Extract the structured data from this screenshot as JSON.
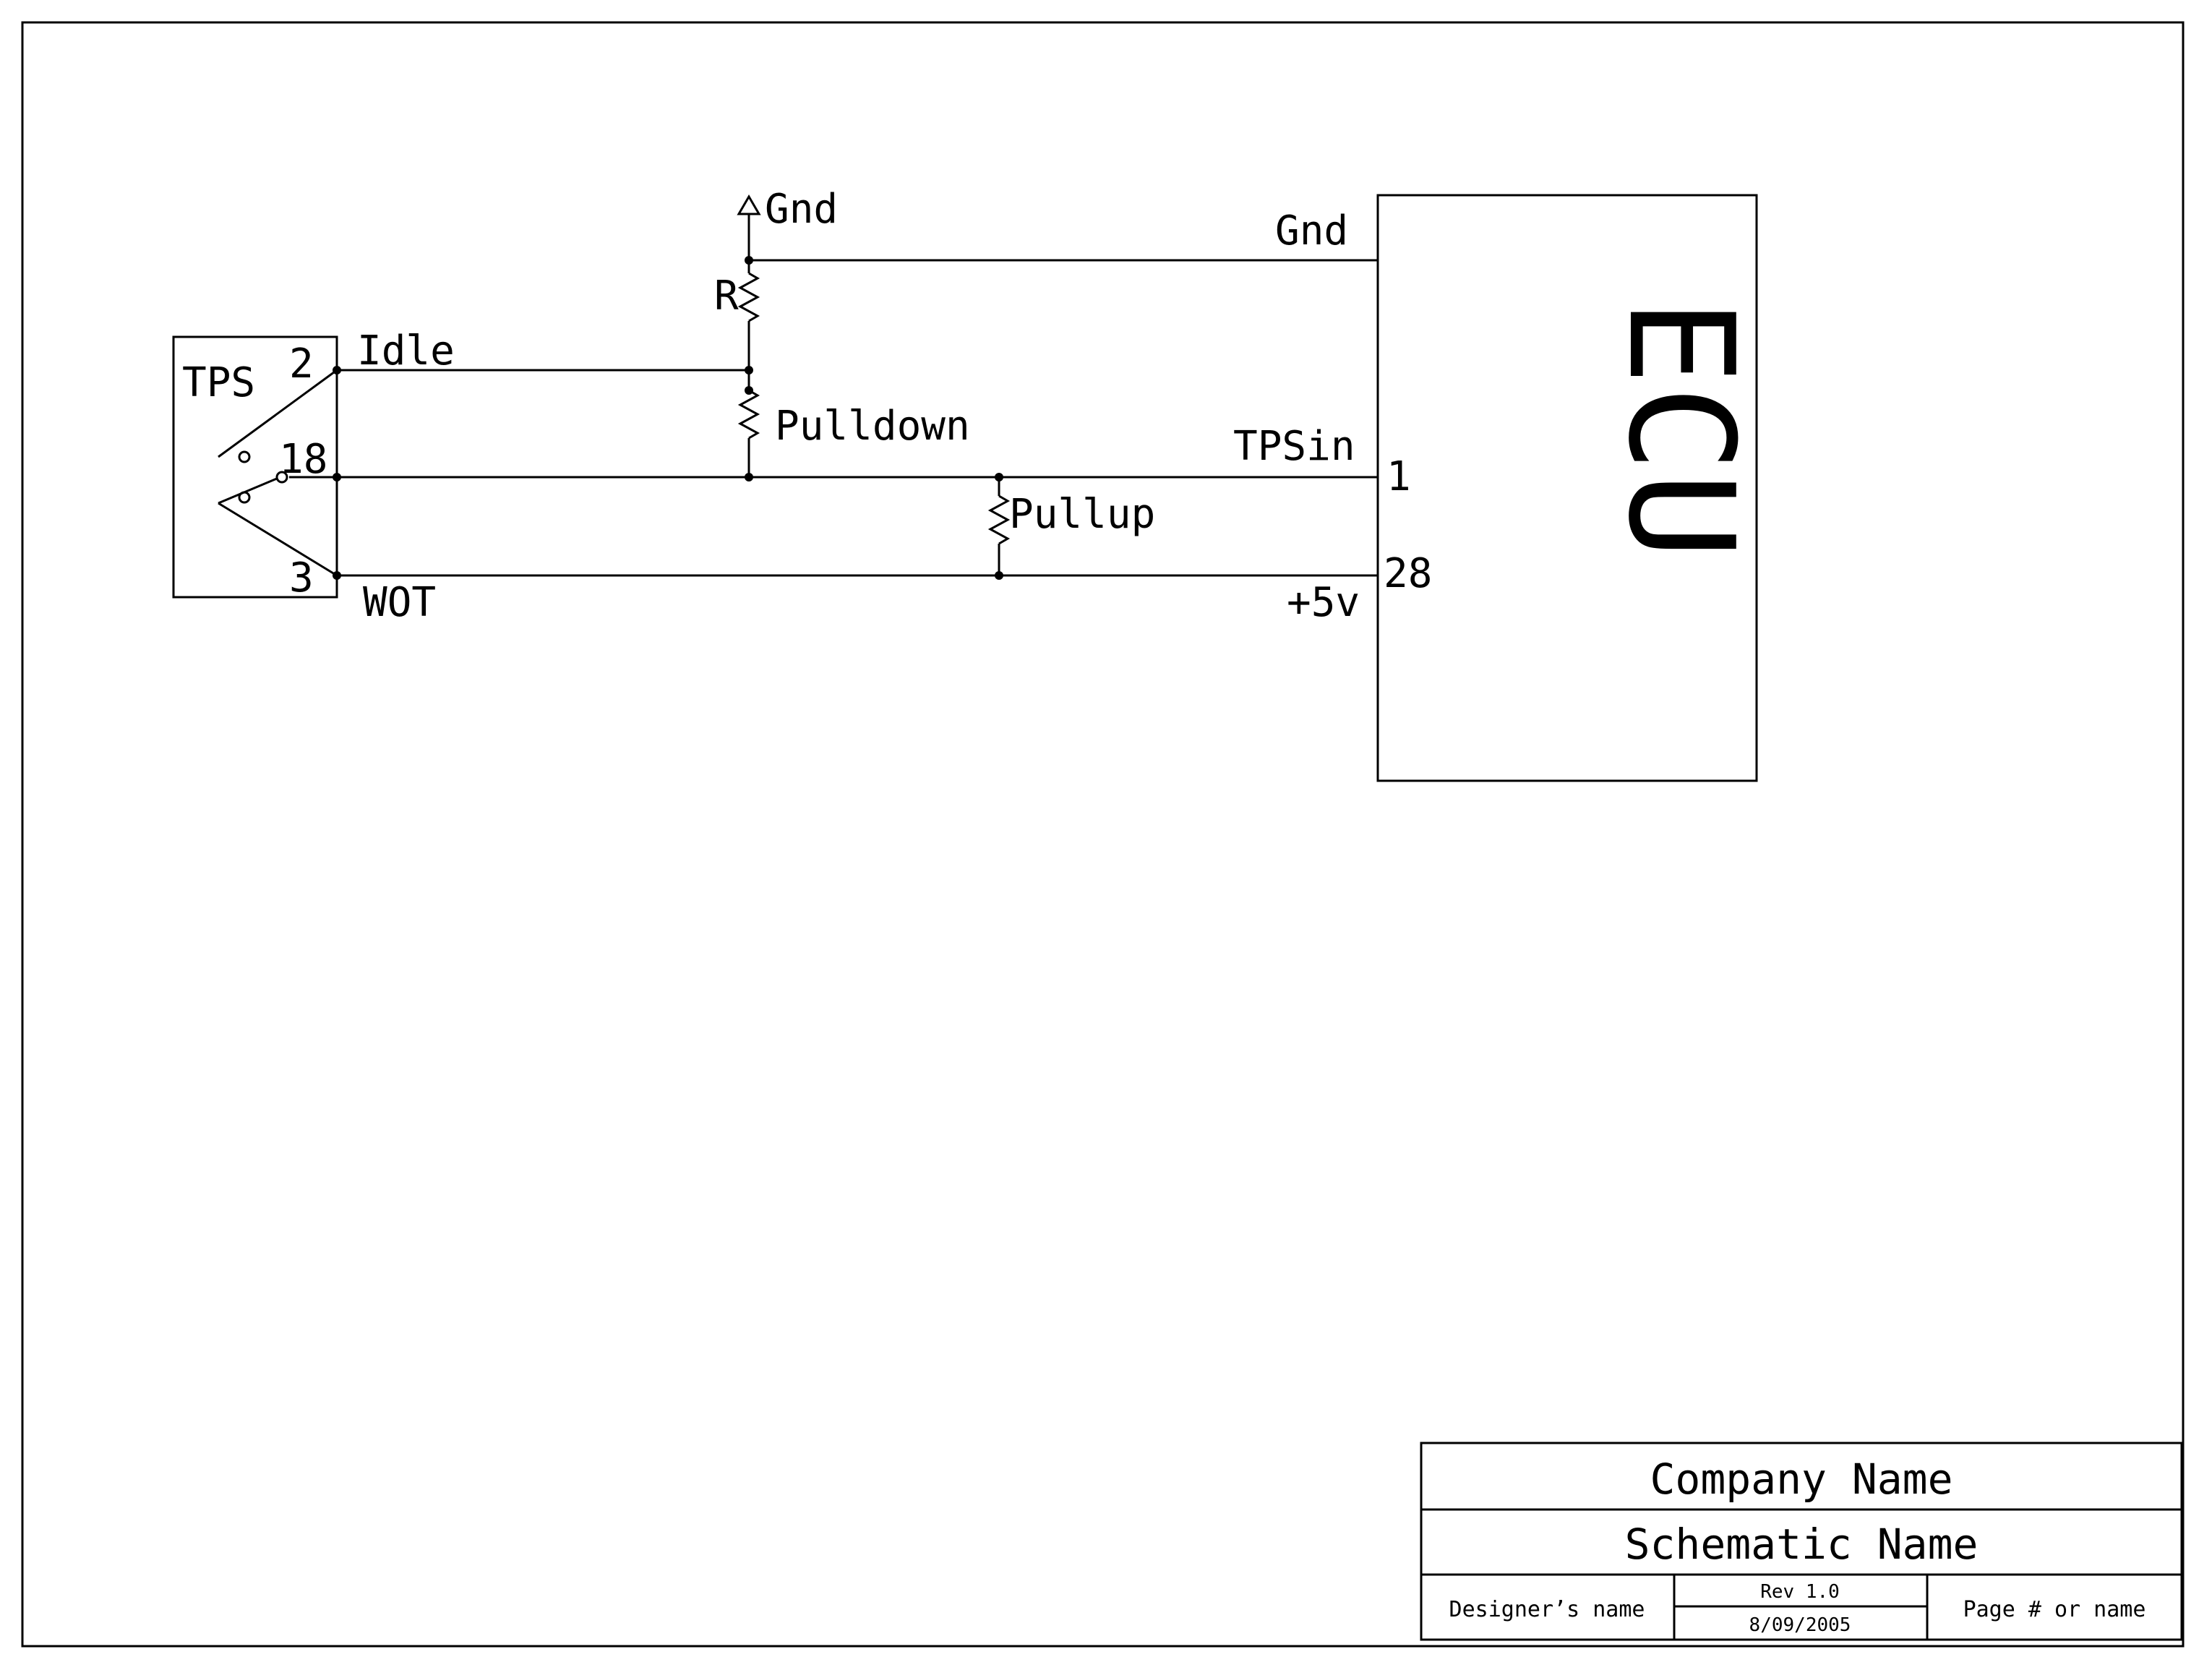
{
  "tps": {
    "label": "TPS",
    "pin_idle": "2",
    "pin_common": "18",
    "pin_wot": "3"
  },
  "nets": {
    "idle": "Idle",
    "wot": "WOT",
    "gnd_symbol": "Gnd",
    "gnd_ecu": "Gnd",
    "tps_in": "TPSin",
    "plus5v": "+5v"
  },
  "resistors": {
    "r": "R",
    "pulldown": "Pulldown",
    "pullup": "Pullup"
  },
  "ecu": {
    "label": "ECU",
    "pin_tpsin": "1",
    "pin_5v": "28"
  },
  "title_block": {
    "company": "Company Name",
    "schematic": "Schematic Name",
    "designer": "Designer’s name",
    "rev": "Rev 1.0",
    "date": "8/09/2005",
    "page": "Page # or name"
  }
}
